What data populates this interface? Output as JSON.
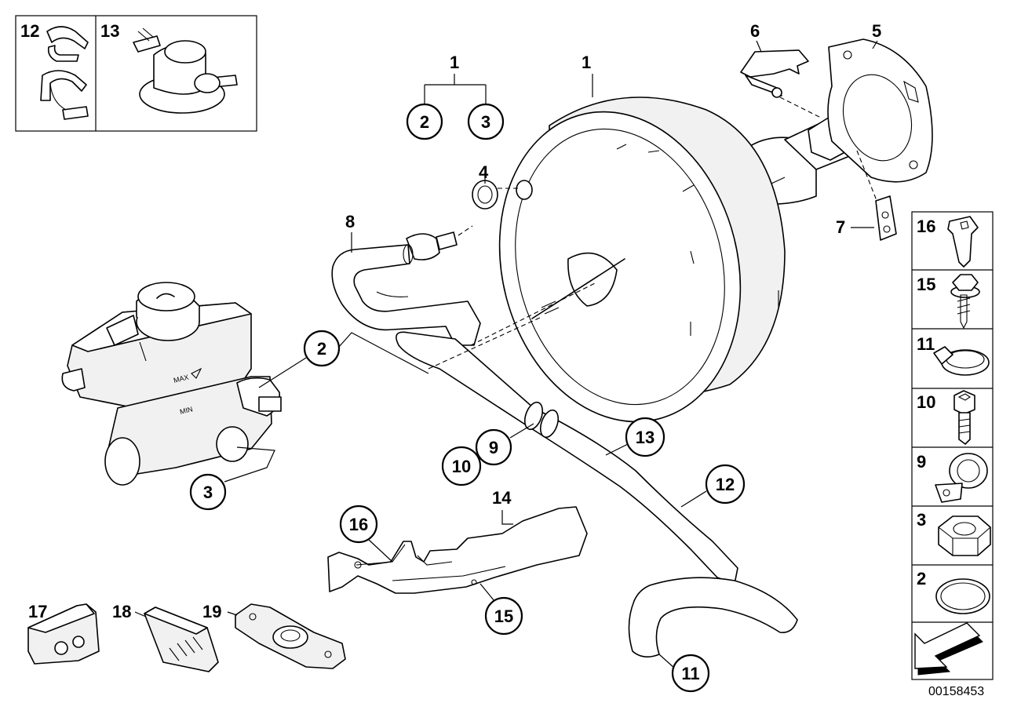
{
  "diagram": {
    "drawing_number": "00158453",
    "callouts": {
      "c12_inset": "12",
      "c13_inset": "13",
      "c1_group": "1",
      "c2_group": "2",
      "c3_group": "3",
      "c1_booster": "1",
      "c6": "6",
      "c5": "5",
      "c4": "4",
      "c8": "8",
      "c7": "7",
      "c2_master": "2",
      "c3_master": "3",
      "c9": "9",
      "c10": "10",
      "c13": "13",
      "c12": "12",
      "c14": "14",
      "c16": "16",
      "c15": "15",
      "c11": "11",
      "c17": "17",
      "c18": "18",
      "c19": "19"
    },
    "side_panel": [
      "16",
      "15",
      "11",
      "10",
      "9",
      "3",
      "2"
    ],
    "reservoir_marks": {
      "max": "MAX",
      "min": "MIN"
    }
  }
}
